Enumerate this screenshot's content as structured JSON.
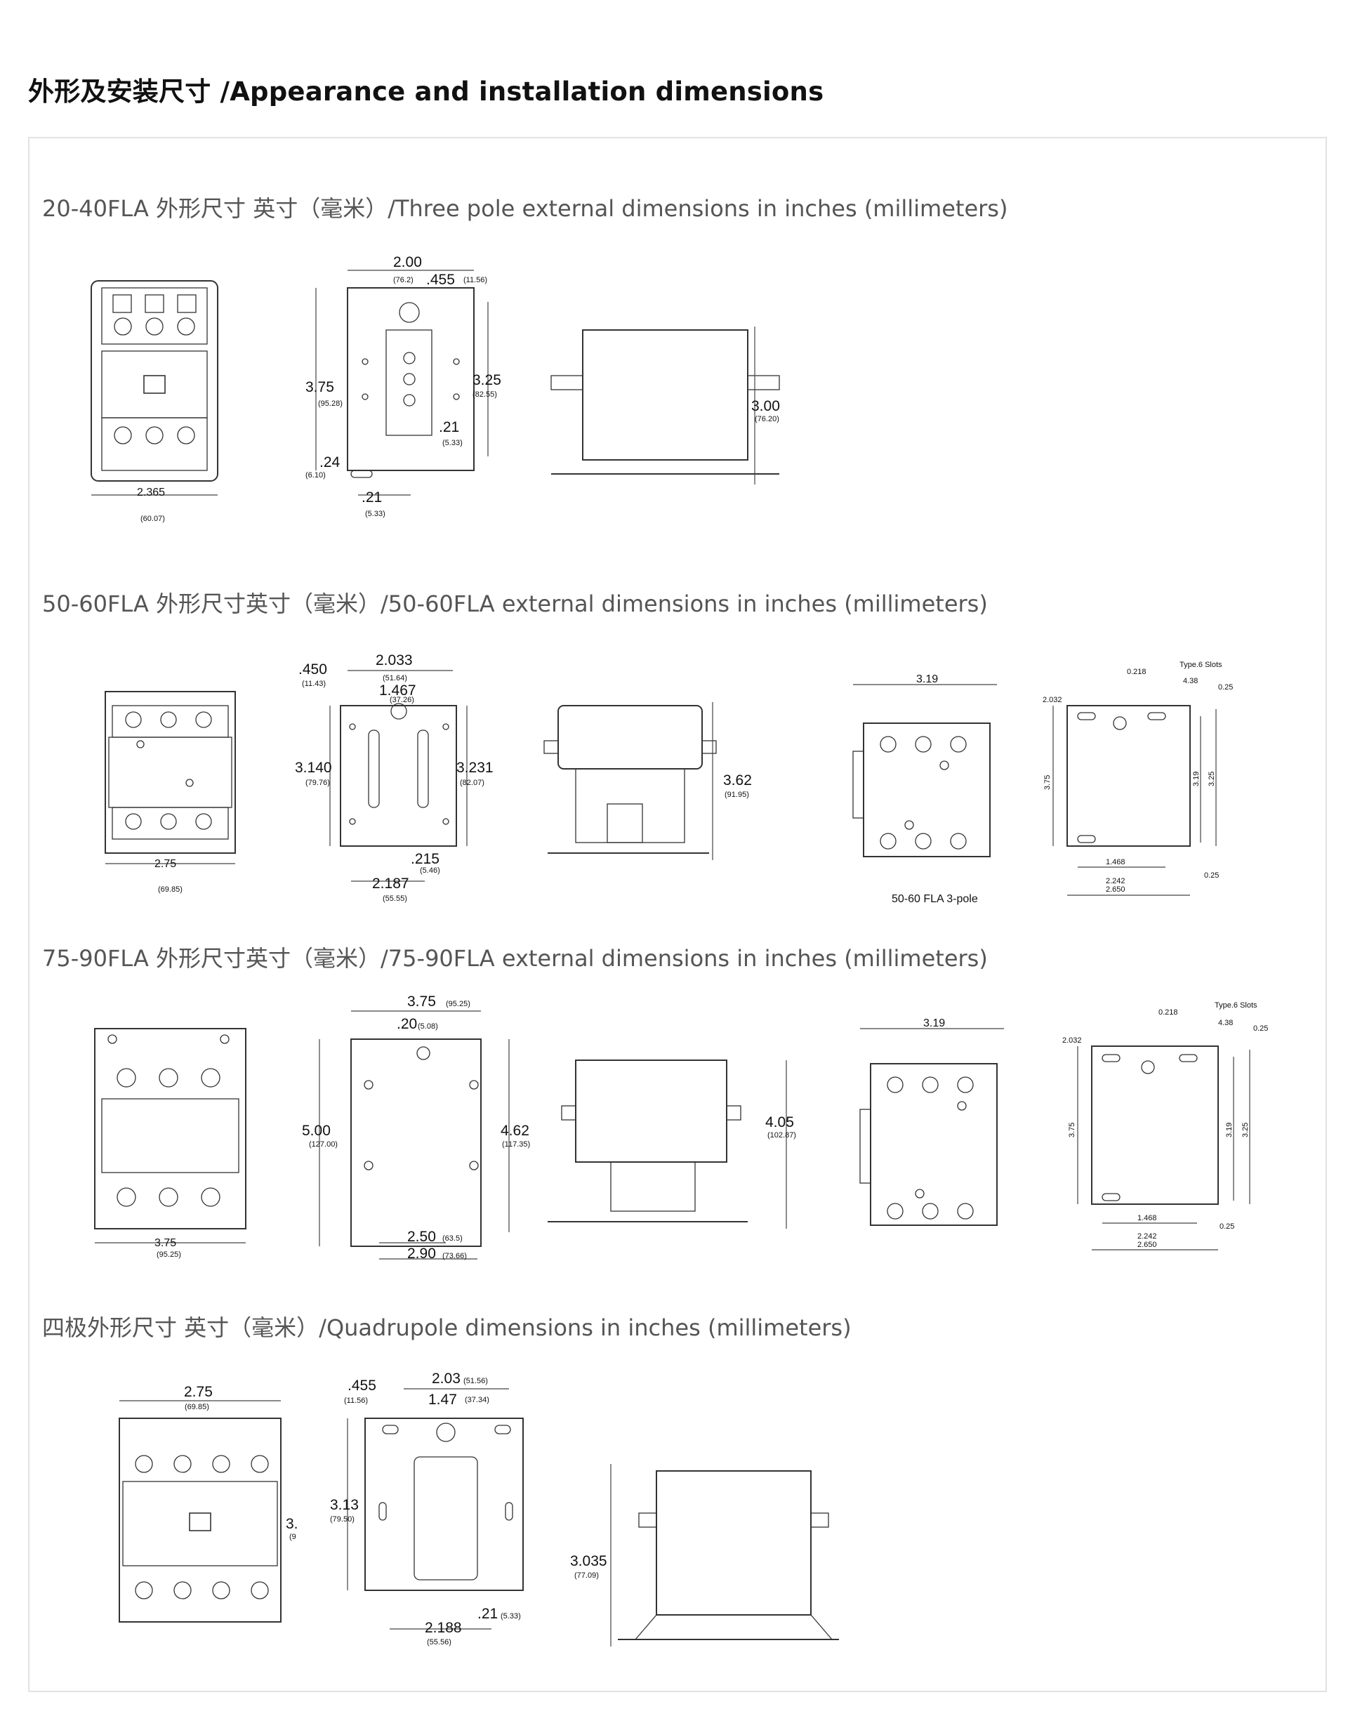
{
  "page": {
    "title": "外形及安装尺寸 /Appearance and installation dimensions"
  },
  "sections": [
    {
      "title": "20-40FLA 外形尺寸 英寸（毫米）/Three pole external dimensions in inches (millimeters)",
      "front": {
        "width": "2.365",
        "width_mm": "(60.07)"
      },
      "base": {
        "width": "2.00",
        "width_mm": "(76.2)",
        "hole": ".455",
        "hole_mm": "(11.56)",
        "height": "3.75",
        "height_mm": "(95.28)",
        "mount": "3.25",
        "mount_mm": "(82.55)",
        "slot": ".21",
        "slot_mm": "(5.33)",
        "edge": ".24",
        "edge_mm": "(6.10)",
        "slot_b": ".21",
        "slot_b_mm": "(5.33)"
      },
      "side": {
        "height": "3.00",
        "height_mm": "(76.20)"
      }
    },
    {
      "title": "50-60FLA 外形尺寸英寸（毫米）/50-60FLA external dimensions in inches (millimeters)",
      "front": {
        "width": "2.75",
        "width_mm": "(69.85)"
      },
      "base": {
        "hole": ".450",
        "hole_mm": "(11.43)",
        "width": "2.033",
        "width_mm": "(51.64)",
        "inner": "1.467",
        "inner_mm": "(37.26)",
        "height": "3.140",
        "height_mm": "(79.76)",
        "mount": "3.231",
        "mount_mm": "(82.07)",
        "slot": ".215",
        "slot_mm": "(5.46)",
        "bottom": "2.187",
        "bottom_mm": "(55.55)"
      },
      "side": {
        "height": "3.62",
        "height_mm": "(91.95)"
      },
      "front_b": {
        "width": "3.19",
        "caption": "50-60 FLA  3-pole"
      },
      "base_b": {
        "a": "0.218",
        "slots": "Type.6 Slots",
        "b": "4.38",
        "c": "0.25",
        "d": "2.032",
        "h": "3.75",
        "e": "3.19",
        "f": "3.25",
        "g": "0.25",
        "i": "1.468",
        "j": "2.242",
        "k": "2.650"
      }
    },
    {
      "title": "75-90FLA 外形尺寸英寸（毫米）/75-90FLA external dimensions in inches (millimeters)",
      "front": {
        "width": "3.75",
        "width_mm": "(95.25)"
      },
      "base": {
        "width": "3.75",
        "width_mm": "(95.25)",
        "edge": ".20",
        "edge_mm": "(5.08)",
        "height": "5.00",
        "height_mm": "(127.00)",
        "mount": "4.62",
        "mount_mm": "(117.35)",
        "b1": "2.50",
        "b1_mm": "(63.5)",
        "b2": "2.90",
        "b2_mm": "(73.66)"
      },
      "side": {
        "height": "4.05",
        "height_mm": "(102.87)"
      },
      "front_b": {
        "width": "3.19"
      },
      "base_b": {
        "a": "0.218",
        "slots": "Type.6 Slots",
        "b": "4.38",
        "c": "0.25",
        "d": "2.032",
        "h": "3.75",
        "e": "3.19",
        "f": "3.25",
        "g": "0.25",
        "i": "1.468",
        "j": "2.242",
        "k": "2.650"
      }
    },
    {
      "title": "四极外形尺寸  英寸（毫米）/Quadrupole dimensions in inches (millimeters)",
      "front": {
        "width": "2.75",
        "width_mm": "(69.85)",
        "cut": "3.",
        "cut_mm": "(9"
      },
      "base": {
        "hole": ".455",
        "hole_mm": "(11.56)",
        "width": "2.03",
        "width_mm": "(51.56)",
        "inner": "1.47",
        "inner_mm": "(37.34)",
        "height": "3.13",
        "height_mm": "(79.50)",
        "slot": ".21",
        "slot_mm": "(5.33)",
        "bottom": "2.188",
        "bottom_mm": "(55.56)"
      },
      "side": {
        "height": "3.035",
        "height_mm": "(77.09)"
      }
    }
  ]
}
